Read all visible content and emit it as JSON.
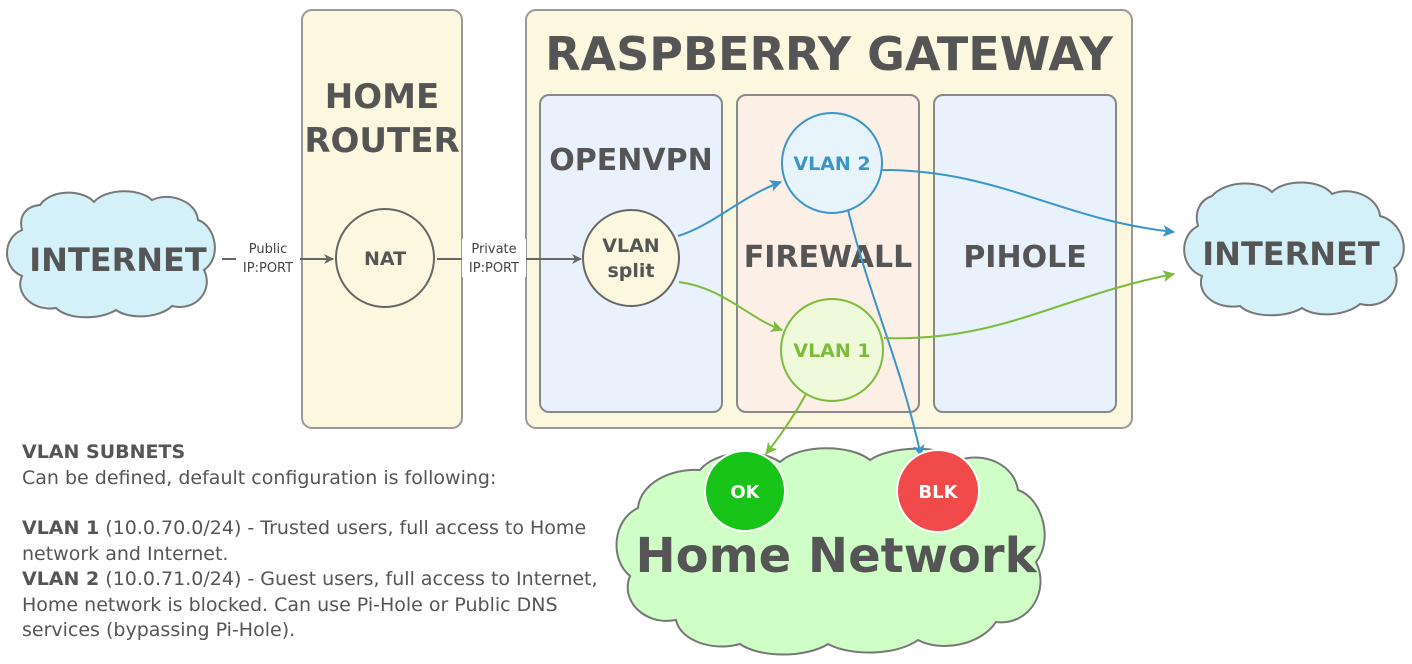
{
  "title": "RASPBERRY GATEWAY",
  "home_router": {
    "line1": "HOME",
    "line2": "ROUTER"
  },
  "sections": {
    "openvpn": "OPENVPN",
    "firewall": "FIREWALL",
    "pihole": "PIHOLE"
  },
  "clouds": {
    "internet_left": "INTERNET",
    "internet_right": "INTERNET",
    "home_network": "Home Network"
  },
  "nodes": {
    "nat": "NAT",
    "vlan_split_line1": "VLAN",
    "vlan_split_line2": "split",
    "vlan2": "VLAN 2",
    "vlan1": "VLAN 1",
    "ok": "OK",
    "blk": "BLK"
  },
  "edge_labels": {
    "public_line1": "Public",
    "public_line2": "IP:PORT",
    "private_line1": "Private",
    "private_line2": "IP:PORT"
  },
  "notes": {
    "heading": "VLAN SUBNETS",
    "intro": "Can be defined, default configuration is following:",
    "vlan1_name": "VLAN 1",
    "vlan1_text": " (10.0.70.0/24) - Trusted users, full access to Home network and Internet.",
    "vlan2_name": "VLAN 2",
    "vlan2_text": " (10.0.71.0/24) - Guest users, full access to Internet, Home network is blocked. Can use Pi-Hole or Public DNS services (bypassing Pi-Hole)."
  },
  "colors": {
    "gray_arrow": "#666666",
    "vlan2_blue": "#3a95c9",
    "vlan1_green": "#7dbb3c",
    "ok_green": "#17c417",
    "blk_red": "#f14a4a",
    "cloud_blue": "#d4f1f9",
    "cloud_green": "#cfffc6",
    "router_fill": "#fbf8df",
    "openvpn_fill": "#e8f1fc",
    "firewall_fill": "#fcefe6",
    "pihole_fill": "#e8f1fc"
  }
}
